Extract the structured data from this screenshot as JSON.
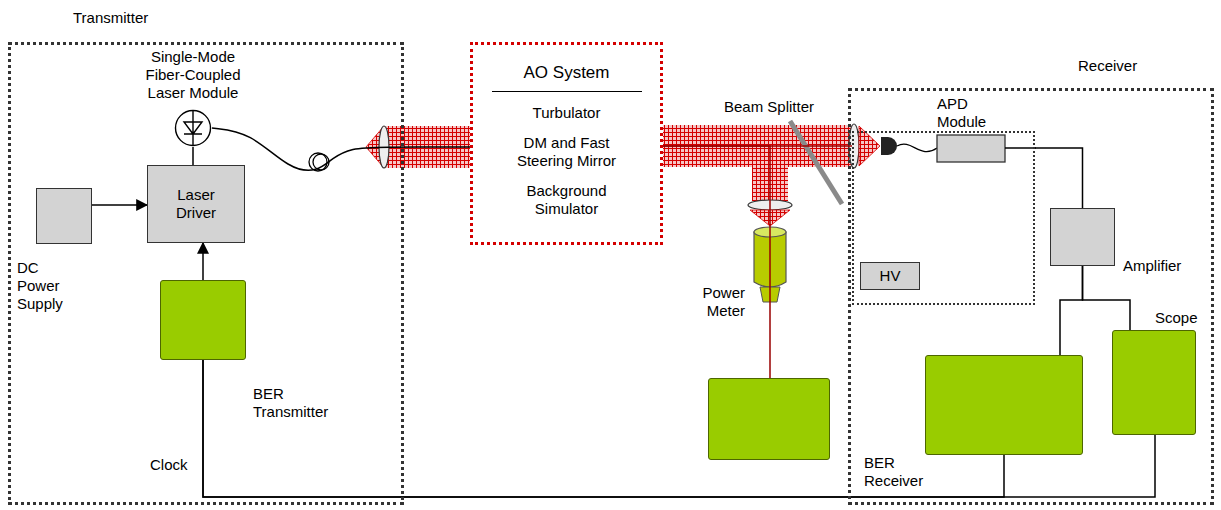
{
  "diagram": {
    "nodes": [
      {
        "text": [
          "Transmitter"
        ]
      },
      {
        "text": [
          "Single-Mode Fiber-Coupled Laser Module"
        ],
        "in": 0
      },
      {
        "text": [
          "DC Power Supply"
        ],
        "in": 0
      },
      {
        "text": [
          "Laser Driver"
        ],
        "in": 0
      },
      {
        "text": [
          "BER Transmitter"
        ],
        "in": 0
      },
      {
        "text": [
          "AO System",
          "Turbulator",
          "DM and Fast Steering Mirror",
          "Background Simulator"
        ]
      },
      {
        "text": [
          "Power Meter"
        ]
      },
      {
        "text": [
          "Receiver"
        ]
      },
      {
        "text": [
          "APD Module"
        ],
        "in": 7
      },
      {
        "text": [
          "HV"
        ],
        "in": 8
      },
      {
        "text": [
          "Amplifier"
        ],
        "in": 7
      },
      {
        "text": [
          "BER Receiver"
        ],
        "in": 7
      },
      {
        "text": [
          "Scope"
        ],
        "in": 7
      }
    ],
    "edges": [
      {
        "from": 2,
        "to": 3,
        "arrow": "to"
      },
      {
        "from": 4,
        "to": 3,
        "arrow": "to"
      },
      {
        "from": 3,
        "to": 1,
        "arrow": "none"
      },
      {
        "from": 1,
        "to": 5,
        "arrow": "none"
      },
      {
        "from": 5,
        "to": 8,
        "arrow": "none"
      },
      {
        "from": 5,
        "to": 6,
        "arrow": "none"
      },
      {
        "from": 8,
        "to": 10,
        "arrow": "none"
      },
      {
        "from": 10,
        "to": 11,
        "arrow": "none"
      },
      {
        "from": 10,
        "to": 12,
        "arrow": "none"
      },
      {
        "from": 4,
        "to": 11,
        "arrow": "none"
      },
      {
        "from": 4,
        "to": 12,
        "arrow": "none"
      }
    ],
    "labels": [
      "Clock",
      "Beam Splitter"
    ]
  }
}
